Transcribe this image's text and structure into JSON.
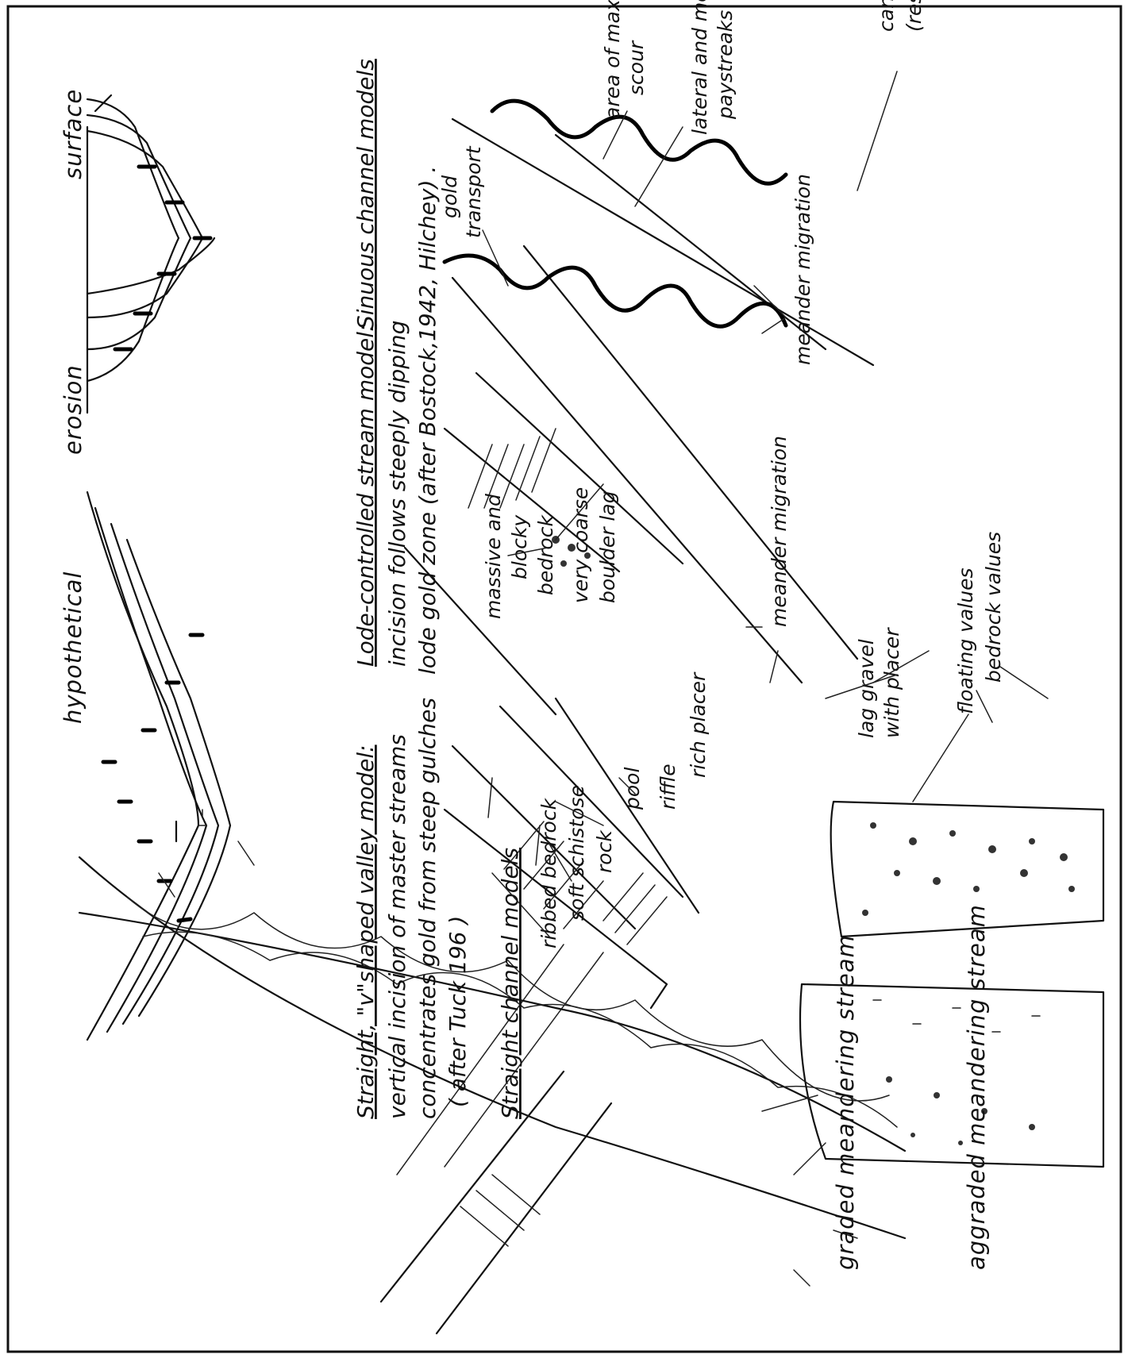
{
  "labels": {
    "hypothetical": "hypothetical",
    "erosion": "erosion",
    "surface": "surface",
    "v_model_title": "Straight, \"v\"shaped valley model:",
    "v_model_line2": "vertical incision of master streams",
    "v_model_line3": "concentrates gold from steep gulches",
    "v_model_line4": "( after Tuck 196 )",
    "lode_title": "Lode-controlled stream model:",
    "lode_line2": "incision follows steeply dipping",
    "lode_line3": "lode gold zone (after Bostock,1942, Hilchey) .",
    "straight_channel_title": "Straight channel models",
    "ribbed_bedrock": "ribbed bedrock",
    "soft_schistose_1": "soft schistose",
    "soft_schistose_2": "rock",
    "pool": "pool",
    "riffle": "riffle",
    "rich_placer": "rich placer",
    "massive_1": "massive and",
    "massive_2": "blocky",
    "massive_3": "bedrock",
    "boulder_1": "very coarse",
    "boulder_2": "boulder lag",
    "sinuous_title": "Sinuous channel models",
    "gold_transport_1": "gold",
    "gold_transport_2": "transport",
    "max_scour_1": "area of max",
    "max_scour_2": "scour",
    "paystreaks_1": "lateral and medial",
    "paystreaks_2": "paystreaks",
    "meander_migration_1": "meander migration",
    "meander_migration_2": "meander migration",
    "canyons_1": "canyons or nodes",
    "canyons_2": "(resistant rock)",
    "graded_stream": "graded meandering stream",
    "aggraded_stream": "aggraded meandering stream",
    "lag_gravel_1": "lag gravel",
    "lag_gravel_2": "with placer",
    "floating_values": "floating values",
    "bedrock_values": "bedrock values"
  }
}
